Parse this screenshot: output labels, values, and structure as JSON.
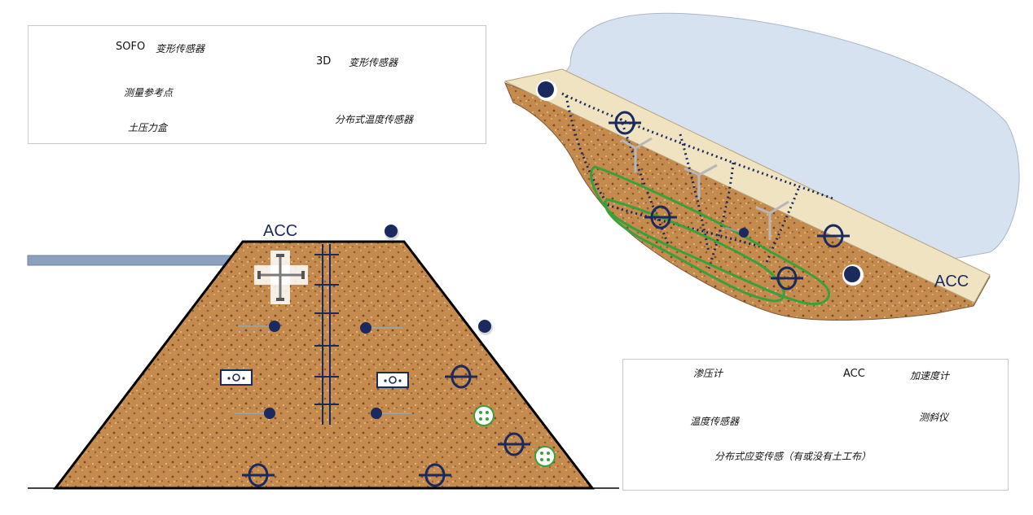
{
  "legend_top": {
    "sofo_abbr": "SOFO",
    "sofo_label": "变形传感器",
    "three_d_abbr": "3D",
    "three_d_label": "变形传感器",
    "ref_point_label": "测量参考点",
    "pressure_cell_label": "土压力盒",
    "dist_temp_label": "分布式温度传感器"
  },
  "legend_bottom": {
    "piezometer_label": "渗压计",
    "acc_abbr": "ACC",
    "acc_label": "加速度计",
    "temperature_label": "温度传感器",
    "inclinometer_label": "测斜仪",
    "dist_strain_label": "分布式应变传感（有或没有土工布）"
  },
  "diagram": {
    "acc_label_section": "ACC",
    "acc_label_slope": "ACC"
  },
  "colors": {
    "soil": "#c58a4e",
    "navy": "#1b2a5e",
    "green": "#3aa13a",
    "water": "#d6e2f0",
    "acc_layer": "#efe3c2",
    "pipe": "#8aa0bd"
  }
}
